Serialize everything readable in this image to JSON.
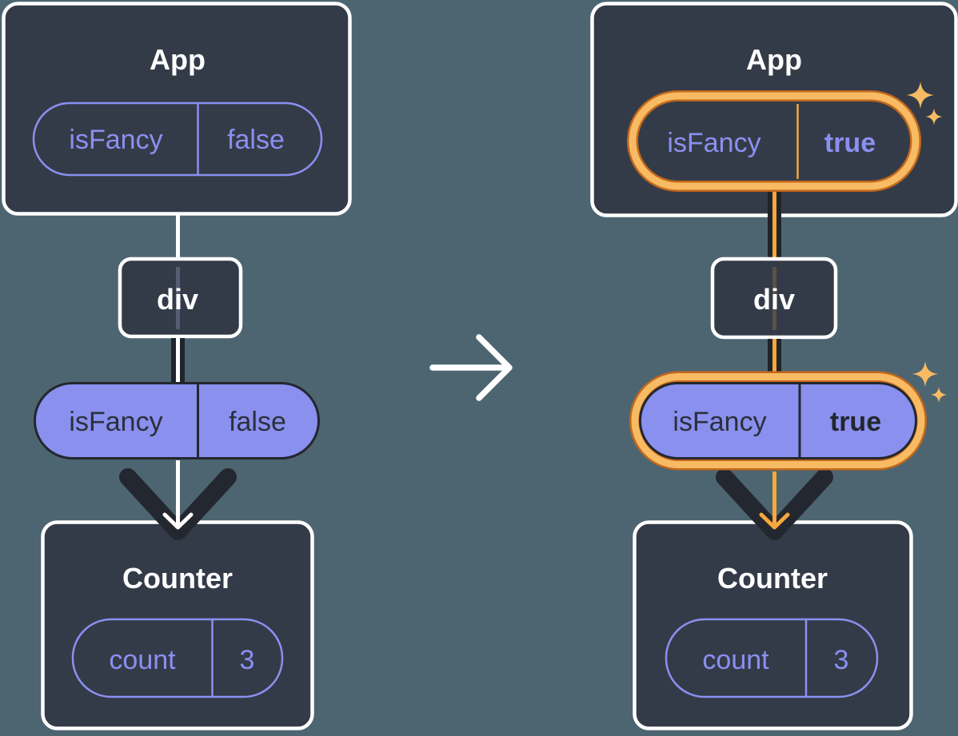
{
  "diagram": {
    "kind": "react-state-props-transition",
    "before": {
      "app": {
        "title": "App",
        "prop_name": "isFancy",
        "prop_value": "false",
        "highlighted": false
      },
      "div": {
        "title": "div"
      },
      "passed_prop": {
        "name": "isFancy",
        "value": "false",
        "highlighted": false
      },
      "counter": {
        "title": "Counter",
        "state_name": "count",
        "state_value": "3"
      }
    },
    "after": {
      "app": {
        "title": "App",
        "prop_name": "isFancy",
        "prop_value": "true",
        "highlighted": true
      },
      "div": {
        "title": "div"
      },
      "passed_prop": {
        "name": "isFancy",
        "value": "true",
        "highlighted": true
      },
      "counter": {
        "title": "Counter",
        "state_name": "count",
        "state_value": "3"
      }
    },
    "icons": {
      "transition": "arrow-right-icon",
      "highlight": "sparkles-icon",
      "flow": "arrow-down-icon"
    },
    "colors": {
      "background": "#4d6570",
      "card": "#343b48",
      "card_border": "#ffffff",
      "purple": "#8a90f0",
      "purple_fill": "#8a90ee",
      "dark": "#23272f",
      "connector_dark": "#1f232b",
      "orange": "#f6a73e",
      "orange_light": "#f8bb63",
      "orange_dark": "#c2681c",
      "text_on_purple": "#2b303c",
      "white": "#ffffff"
    }
  }
}
